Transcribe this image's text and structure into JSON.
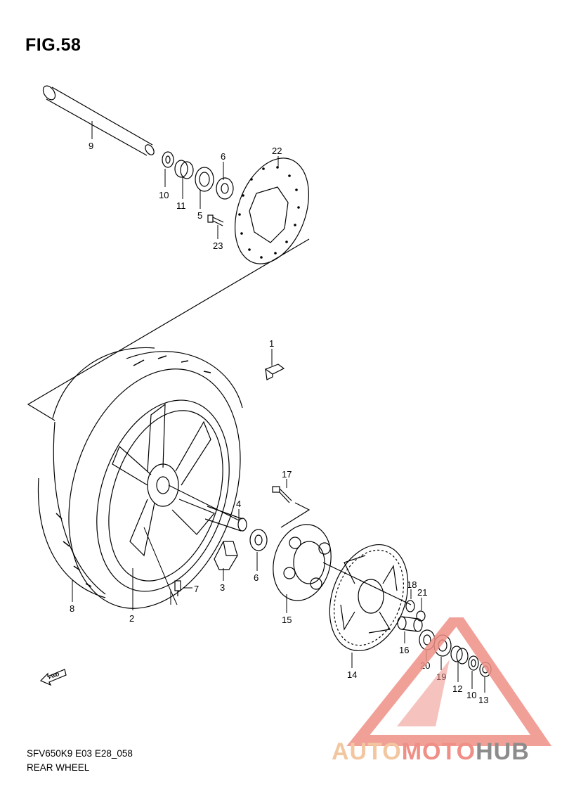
{
  "title": "FIG.58",
  "footer": {
    "code": "SFV650K9 E03 E28_058",
    "name": "REAR WHEEL"
  },
  "fwd_label": "FWD",
  "watermark": {
    "part1": "AUTO",
    "part2": "MOTO",
    "part3": "HUB",
    "colors": {
      "auto": "#f2c7a0",
      "moto": "#ef8f86",
      "hub": "#8c8c8c",
      "triangle": "#ef8f86"
    }
  },
  "callouts": {
    "c1": "1",
    "c2": "2",
    "c3": "3",
    "c4": "4",
    "c5": "5",
    "c6a": "6",
    "c6b": "6",
    "c7": "7",
    "c8": "8",
    "c9": "9",
    "c10a": "10",
    "c10b": "10",
    "c11": "11",
    "c12": "12",
    "c13": "13",
    "c14": "14",
    "c15": "15",
    "c16": "16",
    "c17": "17",
    "c18": "18",
    "c19": "19",
    "c20": "20",
    "c21": "21",
    "c22": "22",
    "c23": "23"
  }
}
